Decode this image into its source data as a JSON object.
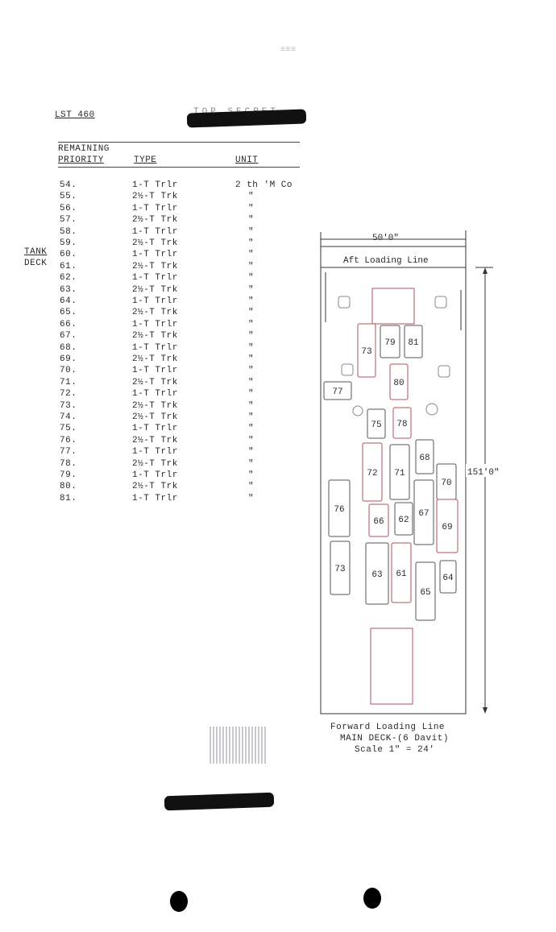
{
  "header": {
    "doc_id": "LST 460",
    "classification": "TOP SECRET"
  },
  "table": {
    "header_line1": "REMAINING",
    "col_priority": "PRIORITY",
    "col_type": "TYPE",
    "col_unit": "UNIT",
    "rows": [
      {
        "priority": "54.",
        "type": "1-T Trlr",
        "unit": "2 th 'M Co"
      },
      {
        "priority": "55.",
        "type": "2½-T Trk",
        "unit": "\""
      },
      {
        "priority": "56.",
        "type": "1-T Trlr",
        "unit": "\""
      },
      {
        "priority": "57.",
        "type": "2½-T Trk",
        "unit": "\""
      },
      {
        "priority": "58.",
        "type": "1-T Trlr",
        "unit": "\""
      },
      {
        "priority": "59.",
        "type": "2½-T Trk",
        "unit": "\""
      },
      {
        "priority": "60.",
        "type": "1-T Trlr",
        "unit": "\""
      },
      {
        "priority": "61.",
        "type": "2½-T Trk",
        "unit": "\""
      },
      {
        "priority": "62.",
        "type": "1-T Trlr",
        "unit": "\""
      },
      {
        "priority": "63.",
        "type": "2½-T Trk",
        "unit": "\""
      },
      {
        "priority": "64.",
        "type": "1-T Trlr",
        "unit": "\""
      },
      {
        "priority": "65.",
        "type": "2½-T Trk",
        "unit": "\""
      },
      {
        "priority": "66.",
        "type": "1-T Trlr",
        "unit": "\""
      },
      {
        "priority": "67.",
        "type": "2½-T Trk",
        "unit": "\""
      },
      {
        "priority": "68.",
        "type": "1-T Trlr",
        "unit": "\""
      },
      {
        "priority": "69.",
        "type": "2½-T Trk",
        "unit": "\""
      },
      {
        "priority": "70.",
        "type": "1-T Trlr",
        "unit": "\""
      },
      {
        "priority": "71.",
        "type": "2½-T Trk",
        "unit": "\""
      },
      {
        "priority": "72.",
        "type": "1-T Trlr",
        "unit": "\""
      },
      {
        "priority": "73.",
        "type": "2½-T Trk",
        "unit": "\""
      },
      {
        "priority": "74.",
        "type": "2½-T Trk",
        "unit": "\""
      },
      {
        "priority": "75.",
        "type": "1-T Trlr",
        "unit": "\""
      },
      {
        "priority": "76.",
        "type": "2½-T Trk",
        "unit": "\""
      },
      {
        "priority": "77.",
        "type": "1-T Trlr",
        "unit": "\""
      },
      {
        "priority": "78.",
        "type": "2½-T Trk",
        "unit": "\""
      },
      {
        "priority": "79.",
        "type": "1-T Trlr",
        "unit": "\""
      },
      {
        "priority": "80.",
        "type": "2½-T Trk",
        "unit": "\""
      },
      {
        "priority": "81.",
        "type": "1-T Trlr",
        "unit": "\""
      }
    ]
  },
  "margin_note": {
    "line1": "TANK",
    "line2": "DECK"
  },
  "diagram": {
    "width_label": "50'0\"",
    "length_label": "151'0\"",
    "aft_line": "Aft Loading Line",
    "fwd_line": "Forward Loading Line",
    "deck": "MAIN DECK-(6 Davit)",
    "scale": "Scale 1\" = 24'",
    "vehicle_numbers": [
      "73",
      "79",
      "80",
      "81",
      "77",
      "75",
      "78",
      "68",
      "70",
      "72",
      "71",
      "76",
      "66",
      "67",
      "69",
      "62",
      "64",
      "63",
      "61",
      "65"
    ]
  },
  "colors": {
    "ink": "#2a2a2a",
    "diagram_red": "#b0505a",
    "redaction": "#111111"
  }
}
